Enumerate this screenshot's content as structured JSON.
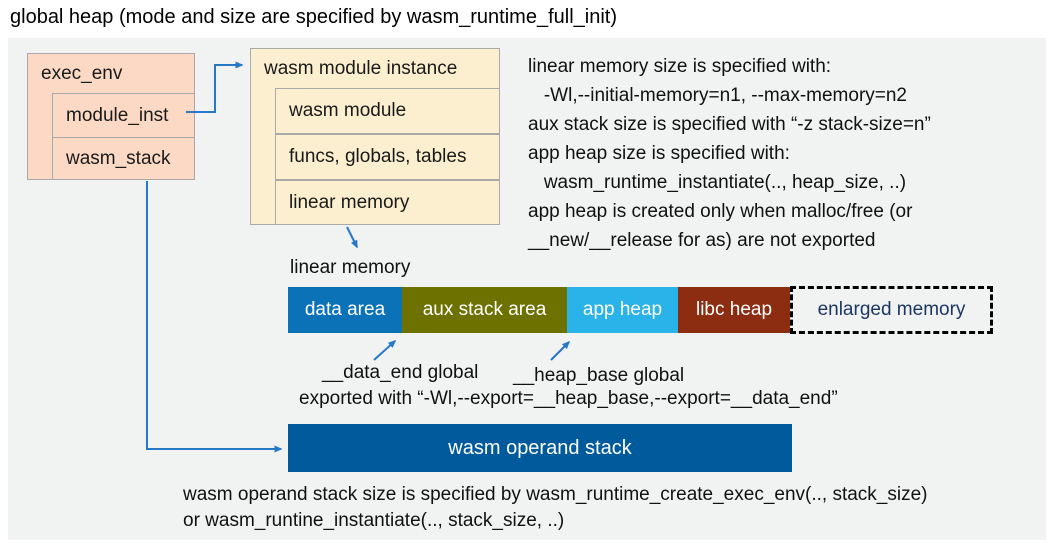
{
  "title": "global heap (mode and size are specified by wasm_runtime_full_init)",
  "exec_env": {
    "header": "exec_env",
    "fields": [
      "module_inst",
      "wasm_stack"
    ]
  },
  "module_instance": {
    "header": "wasm module instance",
    "fields": [
      "wasm module",
      "funcs, globals, tables",
      "linear memory"
    ]
  },
  "notes_right": {
    "lines": [
      "linear memory size is specified with:",
      "   -Wl,--initial-memory=n1, --max-memory=n2",
      "aux stack size is specified with “-z stack-size=n”",
      "app heap size is specified with:",
      "   wasm_runtime_instantiate(.., heap_size, ..)",
      "app heap is created only when malloc/free (or",
      "__new/__release for as) are not exported"
    ]
  },
  "linear_memory": {
    "label": "linear memory",
    "segments": [
      {
        "label": "data area",
        "color": "#0c72b7",
        "text_color": "#ffffff"
      },
      {
        "label": "aux stack area",
        "color": "#6c7100",
        "text_color": "#ffffff"
      },
      {
        "label": "app heap",
        "color": "#29b3e8",
        "text_color": "#ffffff"
      },
      {
        "label": "libc heap",
        "color": "#8c2c10",
        "text_color": "#ffffff"
      },
      {
        "label": "enlarged memory",
        "color": "#f1f2f2",
        "text_color": "#1c3664"
      }
    ],
    "annotations": {
      "data_end_label": "__data_end global",
      "heap_base_label": "__heap_base global",
      "exported_line": "exported with “-Wl,--export=__heap_base,--export=__data_end”"
    }
  },
  "operand_stack": {
    "label": "wasm operand stack",
    "color": "#005a9b",
    "notes": [
      "wasm operand stack size is specified by wasm_runtime_create_exec_env(.., stack_size)",
      "or wasm_runtine_instantiate(.., stack_size, ..)"
    ]
  },
  "colors": {
    "panel_bg": "#f1f2f2",
    "exec_env_fill": "#fcd9c4",
    "instance_fill": "#fcefcf",
    "box_border": "#a9a9a9",
    "connector_blue": "#2878c8"
  }
}
